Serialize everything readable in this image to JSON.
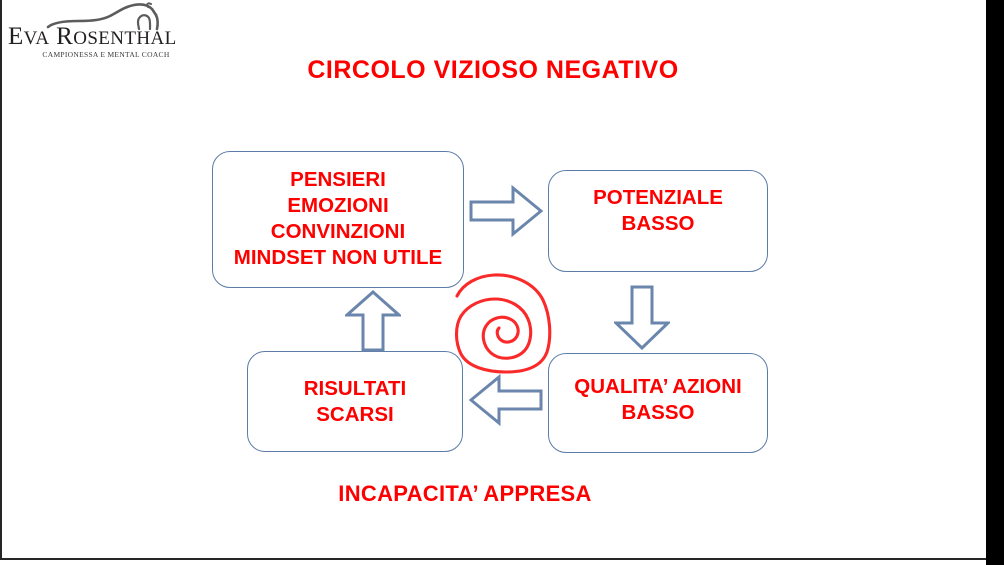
{
  "logo": {
    "name_first": "E",
    "name": "EVA ROSENTHAL",
    "tagline": "CAMPIONESSA E MENTAL COACH",
    "icon": "horse-silhouette-icon"
  },
  "slide": {
    "title": "CIRCOLO VIZIOSO NEGATIVO",
    "caption": "INCAPACITA’ APPRESA",
    "title_color": "#ff0000",
    "box_border_color": "#5b7ca8",
    "box_text_color": "#ff0000",
    "arrow_stroke_color": "#6b86ad",
    "spiral_color": "#fb2a2a"
  },
  "diagram": {
    "boxes": [
      {
        "id": "thoughts",
        "text": "PENSIERI\nEMOZIONI\nCONVINZIONI\nMINDSET NON UTILE",
        "position": "top-left"
      },
      {
        "id": "potential",
        "text": "POTENZIALE\nBASSO",
        "position": "top-right"
      },
      {
        "id": "quality",
        "text": "QUALITA’ AZIONI\nBASSO",
        "position": "bottom-right"
      },
      {
        "id": "results",
        "text": "RISULTATI\nSCARSI",
        "position": "bottom-left"
      }
    ],
    "arrows": [
      {
        "id": "right",
        "direction": "right",
        "from": "thoughts",
        "to": "potential"
      },
      {
        "id": "down",
        "direction": "down",
        "from": "potential",
        "to": "quality"
      },
      {
        "id": "left",
        "direction": "left",
        "from": "quality",
        "to": "results"
      },
      {
        "id": "up",
        "direction": "up",
        "from": "results",
        "to": "thoughts"
      }
    ],
    "center_annotation": "red-hand-drawn-spiral"
  }
}
